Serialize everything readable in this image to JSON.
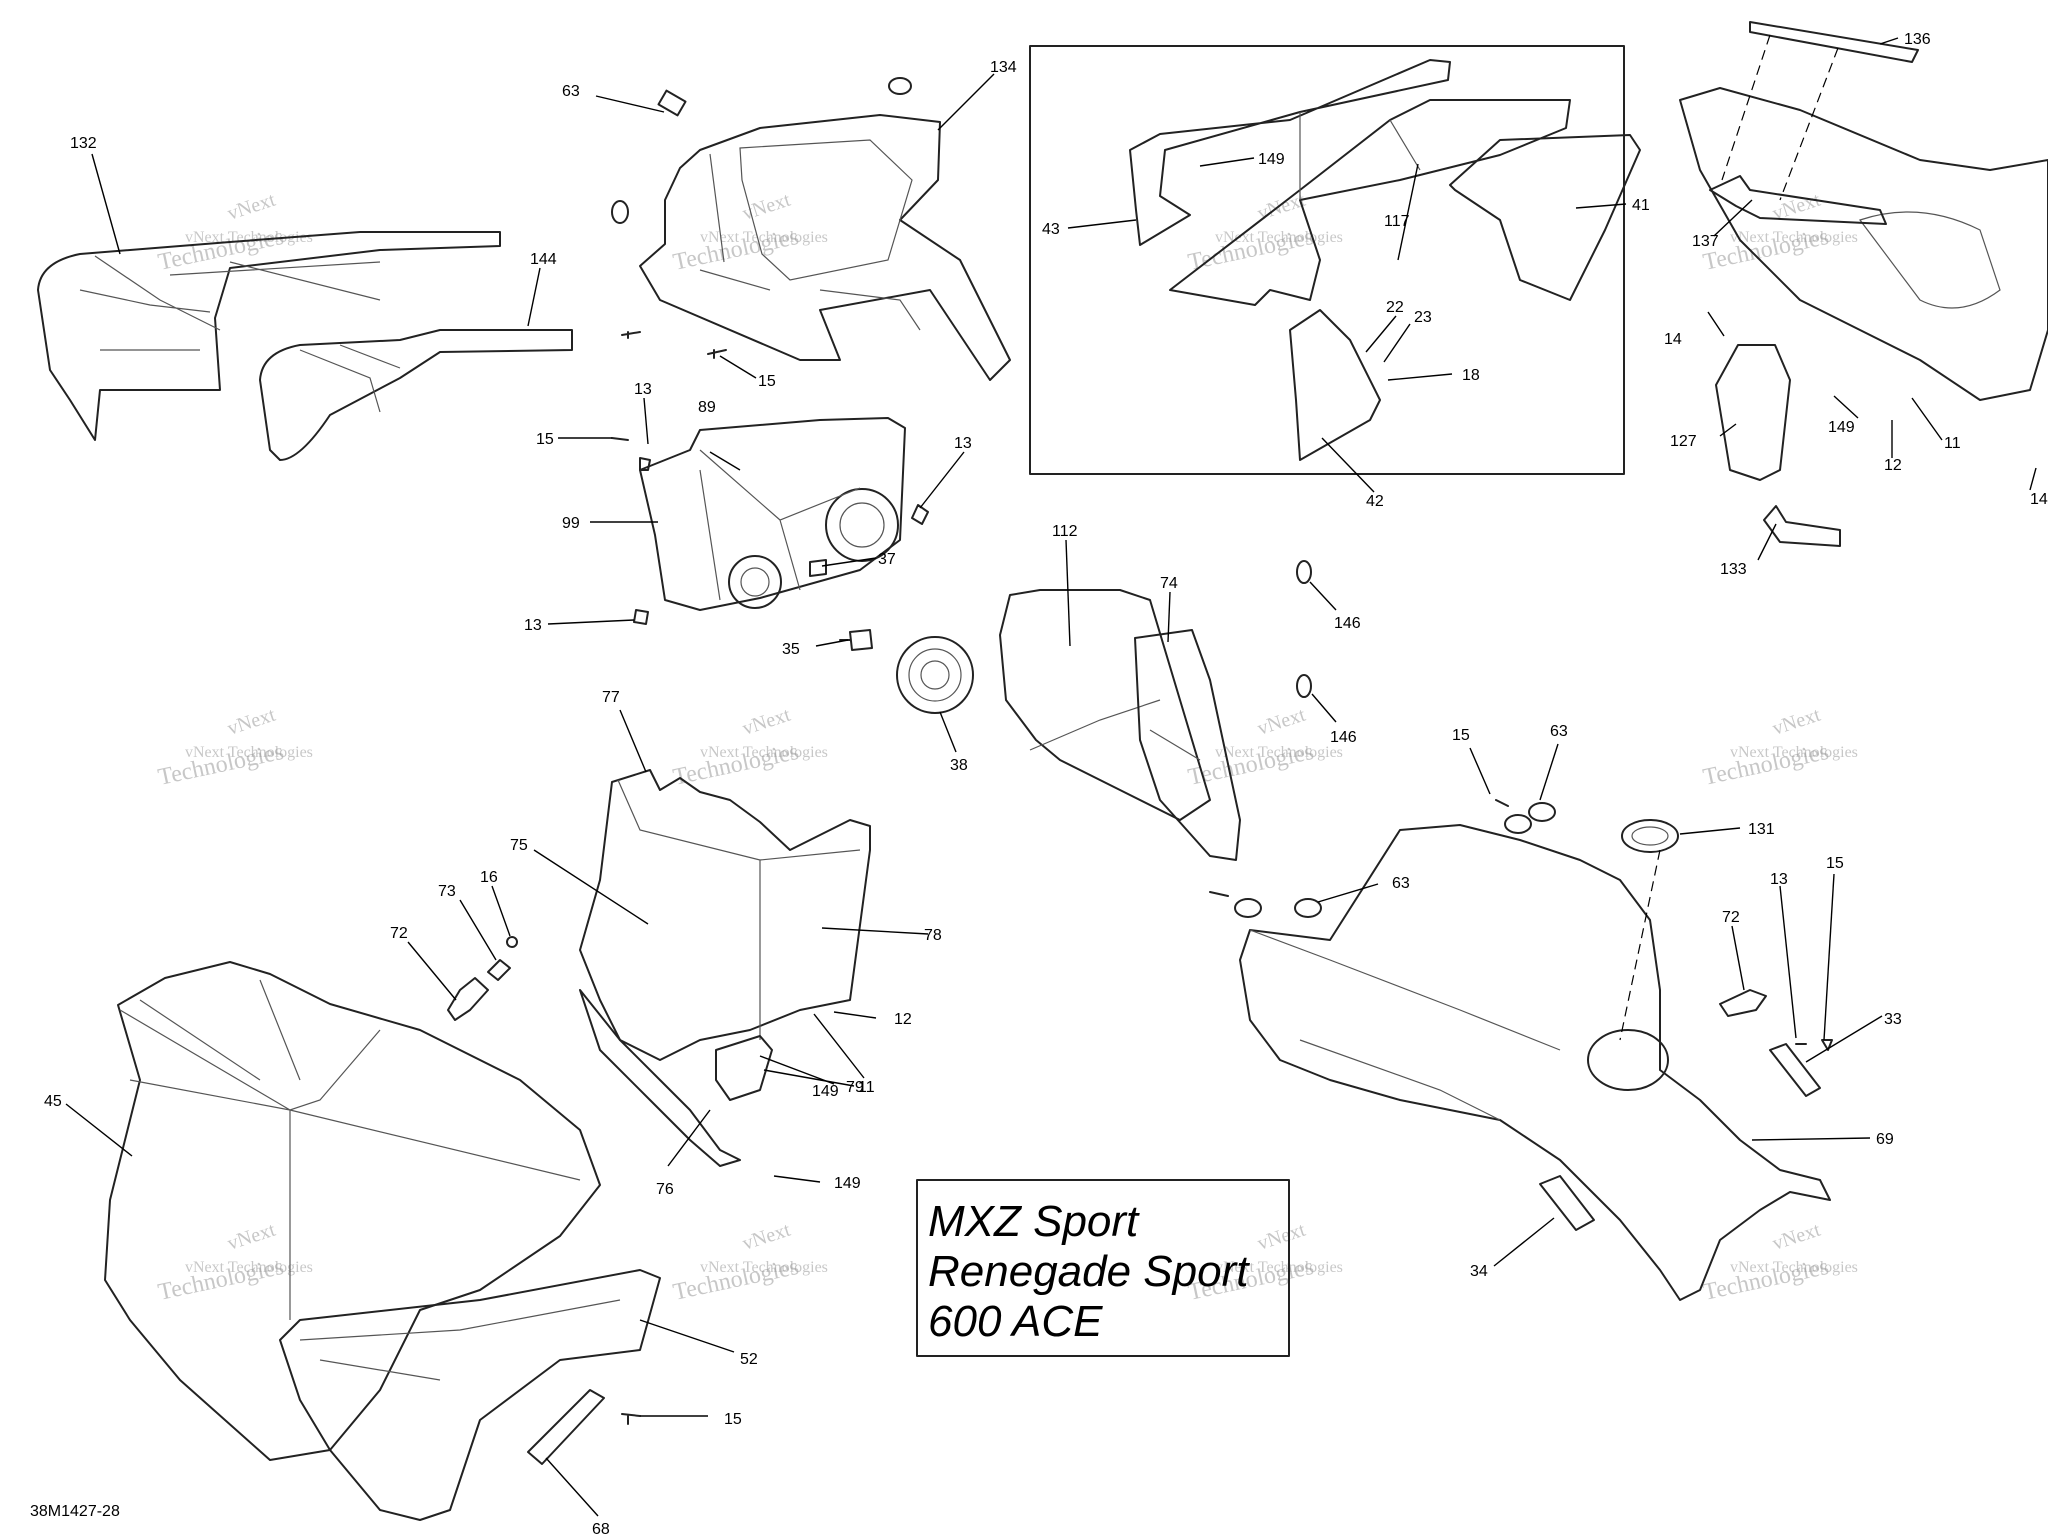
{
  "diagram": {
    "model_lines": [
      "MXZ Sport",
      "Renegade Sport",
      "600 ACE"
    ],
    "drawing_code": "38M1427-28",
    "watermark": {
      "line1": "vNext",
      "line2": "vNext Technologies",
      "line3": "Technologies"
    },
    "callouts": [
      {
        "id": "c132a",
        "label": "132"
      },
      {
        "id": "c144",
        "label": "144"
      },
      {
        "id": "c63a",
        "label": "63"
      },
      {
        "id": "c134",
        "label": "134"
      },
      {
        "id": "c15a",
        "label": "15"
      },
      {
        "id": "c13a",
        "label": "13"
      },
      {
        "id": "c89",
        "label": "89"
      },
      {
        "id": "c15b",
        "label": "15"
      },
      {
        "id": "c99",
        "label": "99"
      },
      {
        "id": "c13b",
        "label": "13"
      },
      {
        "id": "c13c",
        "label": "13"
      },
      {
        "id": "c37",
        "label": "37"
      },
      {
        "id": "c35",
        "label": "35"
      },
      {
        "id": "c38",
        "label": "38"
      },
      {
        "id": "c149a",
        "label": "149"
      },
      {
        "id": "c43",
        "label": "43"
      },
      {
        "id": "c117",
        "label": "117"
      },
      {
        "id": "c41",
        "label": "41"
      },
      {
        "id": "c22",
        "label": "22"
      },
      {
        "id": "c23",
        "label": "23"
      },
      {
        "id": "c18",
        "label": "18"
      },
      {
        "id": "c42",
        "label": "42"
      },
      {
        "id": "c136",
        "label": "136"
      },
      {
        "id": "c137",
        "label": "137"
      },
      {
        "id": "c14a",
        "label": "14"
      },
      {
        "id": "c127",
        "label": "127"
      },
      {
        "id": "c149b",
        "label": "149"
      },
      {
        "id": "c11a",
        "label": "11"
      },
      {
        "id": "c12a",
        "label": "12"
      },
      {
        "id": "c14b",
        "label": "14"
      },
      {
        "id": "c133",
        "label": "133"
      },
      {
        "id": "c112",
        "label": "112"
      },
      {
        "id": "c74",
        "label": "74"
      },
      {
        "id": "c146a",
        "label": "146"
      },
      {
        "id": "c146b",
        "label": "146"
      },
      {
        "id": "c77",
        "label": "77"
      },
      {
        "id": "c75",
        "label": "75"
      },
      {
        "id": "c78",
        "label": "78"
      },
      {
        "id": "c12b",
        "label": "12"
      },
      {
        "id": "c11b",
        "label": "11"
      },
      {
        "id": "c149c",
        "label": "149"
      },
      {
        "id": "c79",
        "label": "79"
      },
      {
        "id": "c76",
        "label": "76"
      },
      {
        "id": "c149d",
        "label": "149"
      },
      {
        "id": "c73",
        "label": "73"
      },
      {
        "id": "c16",
        "label": "16"
      },
      {
        "id": "c72a",
        "label": "72"
      },
      {
        "id": "c45",
        "label": "45"
      },
      {
        "id": "c52",
        "label": "52"
      },
      {
        "id": "c15c",
        "label": "15"
      },
      {
        "id": "c68",
        "label": "68"
      },
      {
        "id": "c15d",
        "label": "15"
      },
      {
        "id": "c63b",
        "label": "63"
      },
      {
        "id": "c63c",
        "label": "63"
      },
      {
        "id": "c131",
        "label": "131"
      },
      {
        "id": "c13d",
        "label": "13"
      },
      {
        "id": "c15e",
        "label": "15"
      },
      {
        "id": "c72b",
        "label": "72"
      },
      {
        "id": "c33",
        "label": "33"
      },
      {
        "id": "c69",
        "label": "69"
      },
      {
        "id": "c34",
        "label": "34"
      }
    ]
  }
}
